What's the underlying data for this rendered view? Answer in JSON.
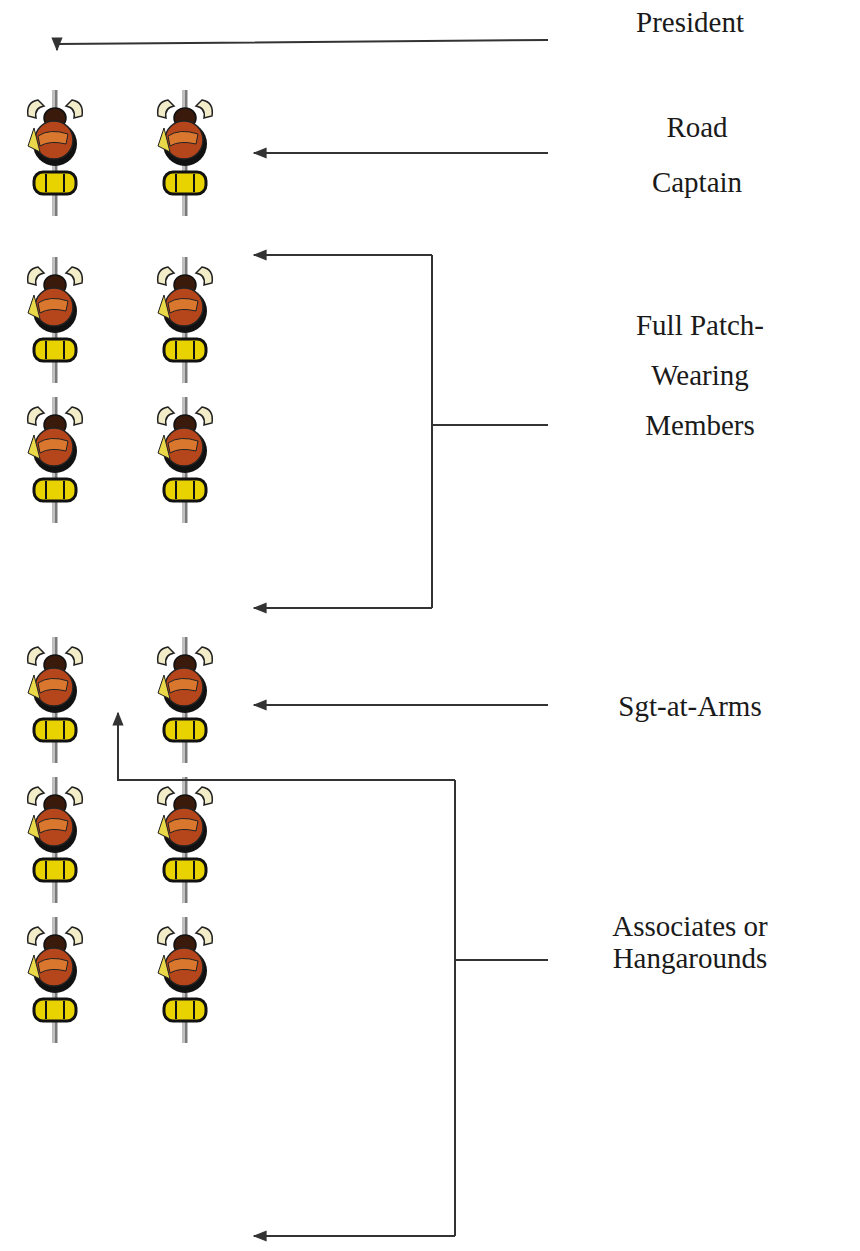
{
  "diagram": {
    "labels": [
      "President",
      "Road Captain",
      "Full Patch-Wearing Members",
      "Sgt-at-Arms",
      "Associates or Hangarounds"
    ]
  }
}
